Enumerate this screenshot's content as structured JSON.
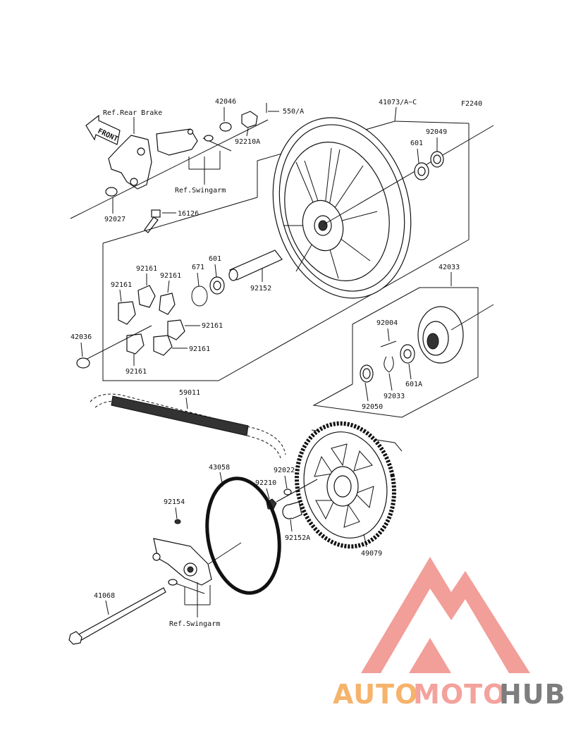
{
  "diagram_code": "F2240",
  "front_label": "FRONT",
  "refs": {
    "rear_brake": "Ref.Rear Brake",
    "swingarm_top": "Ref.Swingarm",
    "swingarm_bottom": "Ref.Swingarm"
  },
  "parts": {
    "p42046": "42046",
    "p550a": "550/A",
    "p92210a": "92210A",
    "p41073": "41073/A~C",
    "p92049": "92049",
    "p601_top": "601",
    "p92027": "92027",
    "p16126": "16126",
    "p601_mid": "601",
    "p671": "671",
    "p92152": "92152",
    "p92161_a": "92161",
    "p92161_b": "92161",
    "p92161_c": "92161",
    "p92161_d": "92161",
    "p92161_e": "92161",
    "p92161_f": "92161",
    "p42036": "42036",
    "p42033": "42033",
    "p92004": "92004",
    "p601a": "601A",
    "p92033": "92033",
    "p92050": "92050",
    "p59011": "59011",
    "p43058": "43058",
    "p92022": "92022",
    "p92210": "92210",
    "p92154": "92154",
    "p92152a": "92152A",
    "p49079": "49079",
    "p41068": "41068"
  },
  "logo": {
    "auto": "AUTO",
    "moto": "MOTO",
    "hub": "HUB",
    "colors": {
      "auto": "#f6b36b",
      "moto": "#f3a29c",
      "hub": "#7d7d7d",
      "mark": "#f08e88"
    }
  }
}
